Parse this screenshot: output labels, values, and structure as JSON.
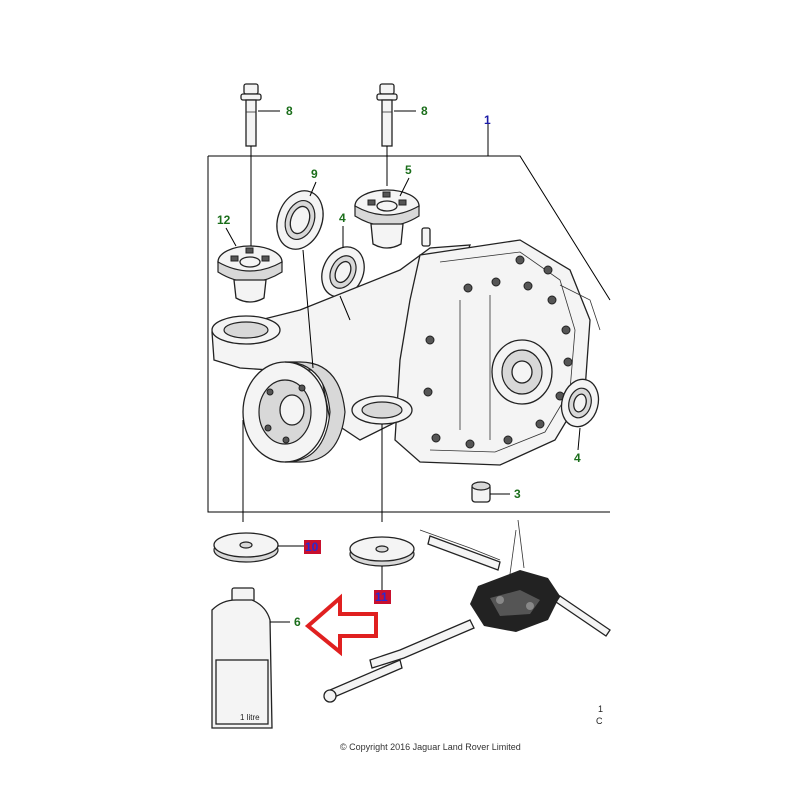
{
  "diagram": {
    "callouts": [
      {
        "id": "c1",
        "label": "1",
        "color": "#1a1aa6",
        "badge": false
      },
      {
        "id": "c8a",
        "label": "8",
        "color": "#1b6e1b",
        "badge": false
      },
      {
        "id": "c8b",
        "label": "8",
        "color": "#1b6e1b",
        "badge": false
      },
      {
        "id": "c9",
        "label": "9",
        "color": "#1b6e1b",
        "badge": false
      },
      {
        "id": "c5",
        "label": "5",
        "color": "#1b6e1b",
        "badge": false
      },
      {
        "id": "c12",
        "label": "12",
        "color": "#1b6e1b",
        "badge": false
      },
      {
        "id": "c4a",
        "label": "4",
        "color": "#1b6e1b",
        "badge": false
      },
      {
        "id": "c4b",
        "label": "4",
        "color": "#1b6e1b",
        "badge": false
      },
      {
        "id": "c3",
        "label": "3",
        "color": "#1b6e1b",
        "badge": false
      },
      {
        "id": "c6",
        "label": "6",
        "color": "#1b6e1b",
        "badge": false
      },
      {
        "id": "c10",
        "label": "10",
        "color": "#2a2ad0",
        "badge": true
      },
      {
        "id": "c11",
        "label": "11",
        "color": "#2a2ad0",
        "badge": true
      }
    ],
    "bottle_label": "1 litre",
    "copyright": "© Copyright 2016 Jaguar Land Rover Limited",
    "corner_text": [
      "1",
      "C"
    ],
    "badge_color": "#c8102e",
    "arrow_color": "#e02020"
  }
}
